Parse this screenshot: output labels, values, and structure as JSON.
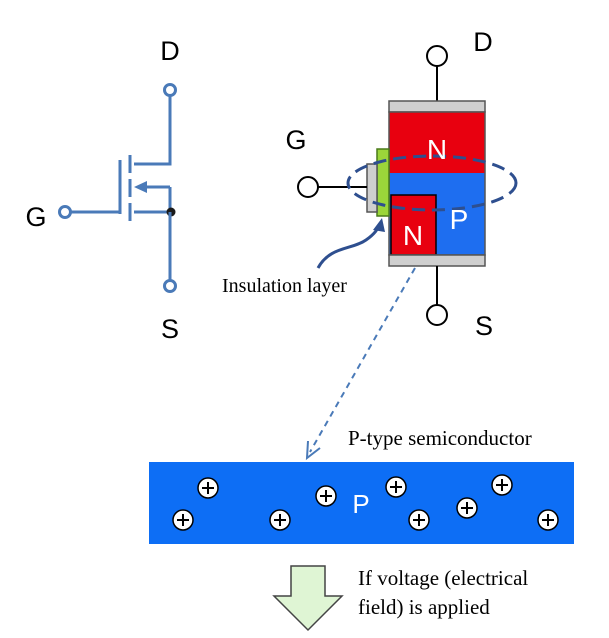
{
  "symbol": {
    "drain_label": "D",
    "gate_label": "G",
    "source_label": "S"
  },
  "structure": {
    "drain_label": "D",
    "gate_label": "G",
    "source_label": "S",
    "n_top_label": "N",
    "n_bottom_label": "N",
    "p_label": "P",
    "insulation_label": "Insulation layer"
  },
  "semiconductor": {
    "title": "P-type semiconductor",
    "p_label": "P",
    "hole_symbol": "+"
  },
  "voltage_note": {
    "line1": "If voltage (electrical",
    "line2": "field) is applied"
  },
  "colors": {
    "wire": "#4a7ab8",
    "n_region": "#e8000f",
    "p_region": "#1e6ef0",
    "semiconductor": "#0d6ef5",
    "insulator": "#9bd63a",
    "arrow_fill": "#dff5d4"
  }
}
